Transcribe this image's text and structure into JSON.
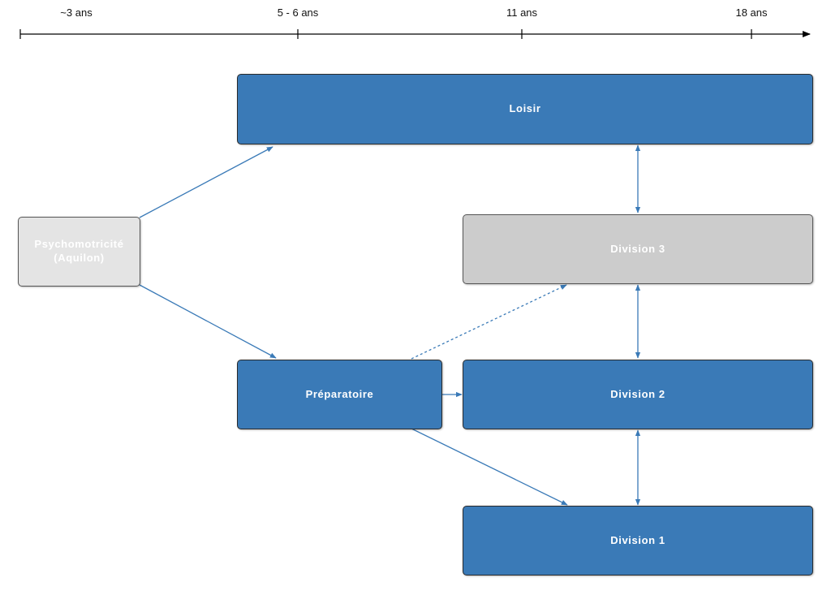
{
  "timeline": {
    "ticks": [
      {
        "label": "~3 ans"
      },
      {
        "label": "5 - 6 ans"
      },
      {
        "label": "11 ans"
      },
      {
        "label": "18 ans"
      }
    ]
  },
  "boxes": {
    "loisir": "Loisir",
    "psychomotricite_line1": "Psychomotricité",
    "psychomotricite_line2": "(Aquilon)",
    "division3": "Division 3",
    "preparatoire": "Préparatoire",
    "division2": "Division 2",
    "division1": "Division 1"
  },
  "colors": {
    "box_blue": "#3a7ab7",
    "box_light": "#e4e4e4",
    "box_gray": "#cccccc",
    "arrow": "#3a7ab7",
    "timeline": "#000000"
  }
}
